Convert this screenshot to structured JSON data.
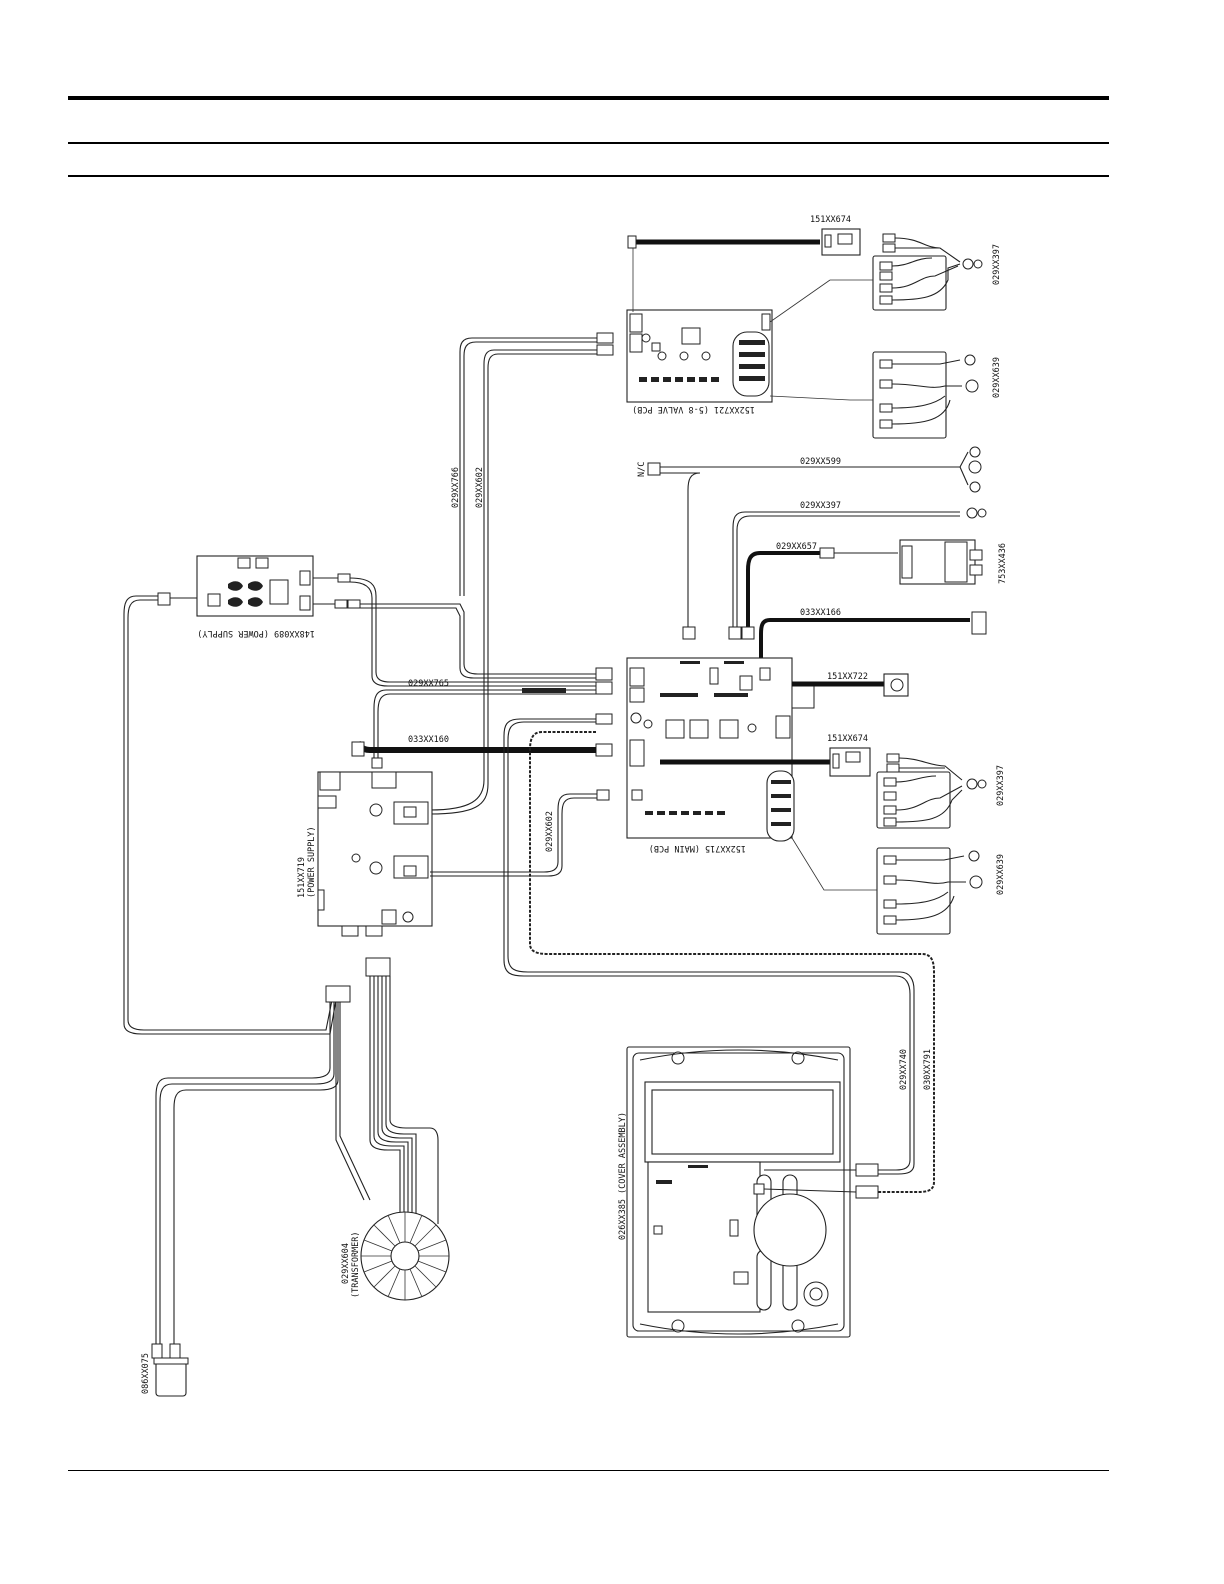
{
  "labels": {
    "valve_pcb": "152XX721 (5-8 VALVE PCB)",
    "conn_top": "151XX674",
    "harness_top_397": "029XX397",
    "harness_top_639": "029XX639",
    "nc": "N/C",
    "cable_599": "029XX599",
    "cable_397": "029XX397",
    "cable_657": "029XX657",
    "assy_436": "753XX436",
    "cable_166": "033XX166",
    "cable_766": "029XX766",
    "cable_602_top": "029XX602",
    "ps_small": "148XX089 (POWER SUPPLY)",
    "cable_765": "029XX765",
    "cable_160": "033XX160",
    "conn_722": "151XX722",
    "conn_mid": "151XX674",
    "harness_mid_397": "029XX397",
    "harness_mid_639": "029XX639",
    "ps_large": "151XX719 (POWER SUPPLY)",
    "cable_602_mid": "029XX602",
    "main_pcb": "152XX715 (MAIN PCB)",
    "cable_740": "029XX740",
    "cable_791": "030XX791",
    "cover": "026XX385 (COVER ASSEMBLY)",
    "transformer_1": "029XX604",
    "transformer_2": "(TRANSFORMER)",
    "fuse": "086XX075"
  }
}
